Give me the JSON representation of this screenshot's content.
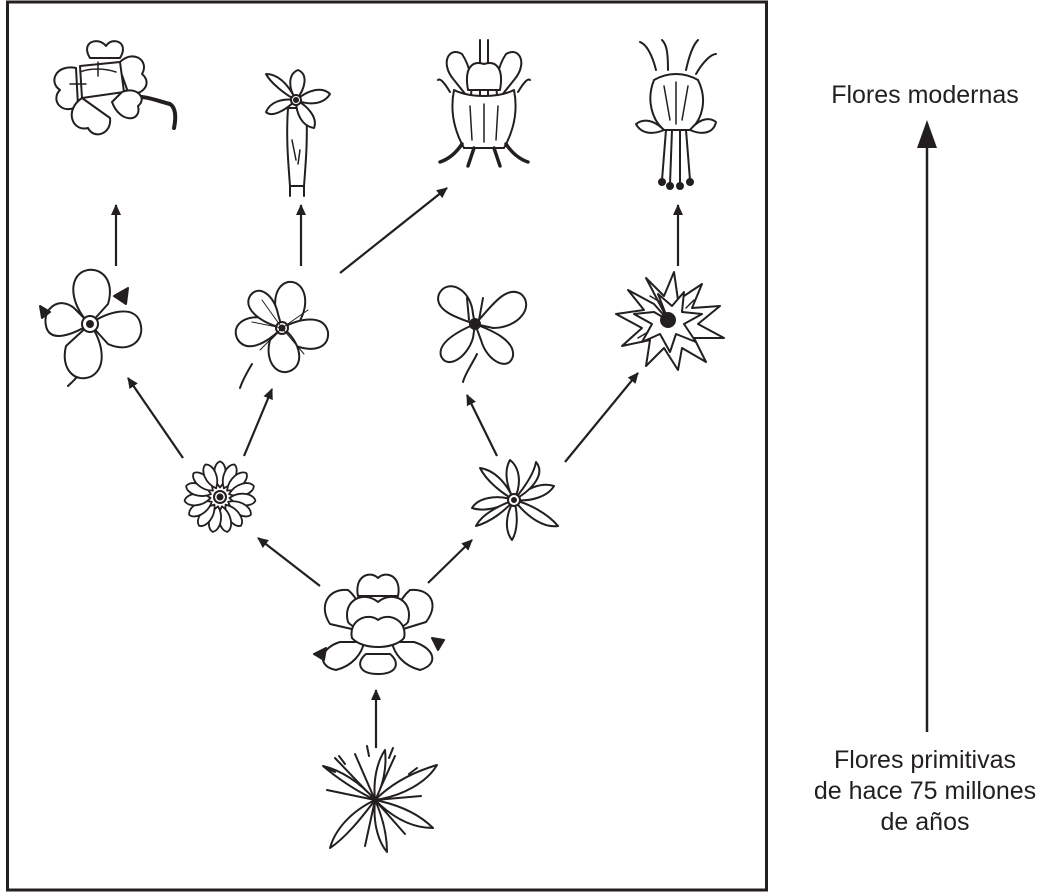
{
  "labels": {
    "top": "Flores modernas",
    "bottom_line1": "Flores primitivas",
    "bottom_line2": "de hace 75 millones",
    "bottom_line3": "de años"
  },
  "colors": {
    "ink": "#231f20",
    "background": "#ffffff"
  },
  "flowers": [
    {
      "id": "modern-1",
      "icon": "trumpet-flower-icon"
    },
    {
      "id": "modern-2",
      "icon": "tubular-flower-icon"
    },
    {
      "id": "modern-3",
      "icon": "lily-flower-icon"
    },
    {
      "id": "modern-4",
      "icon": "columbine-flower-icon"
    },
    {
      "id": "mid-1",
      "icon": "four-petal-flower-icon"
    },
    {
      "id": "mid-2",
      "icon": "five-petal-flower-icon"
    },
    {
      "id": "mid-3",
      "icon": "violet-flower-icon"
    },
    {
      "id": "mid-4",
      "icon": "double-flower-icon"
    },
    {
      "id": "early-1",
      "icon": "daisy-flower-icon"
    },
    {
      "id": "early-2",
      "icon": "star-flower-icon"
    },
    {
      "id": "base",
      "icon": "magnolia-flower-icon"
    },
    {
      "id": "primitive",
      "icon": "primitive-flower-icon"
    }
  ]
}
